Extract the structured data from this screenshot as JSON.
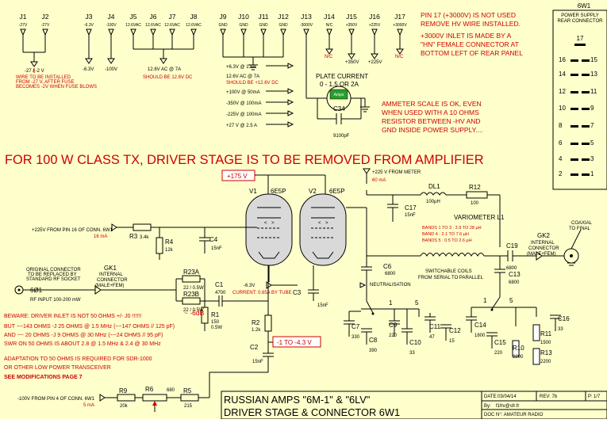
{
  "connectors": [
    {
      "id": "J1",
      "value": "-27V"
    },
    {
      "id": "J2",
      "value": "-27V"
    },
    {
      "id": "J3",
      "value": "-6.3V"
    },
    {
      "id": "J4",
      "value": "-100V"
    },
    {
      "id": "J5",
      "value": "12.6VAC"
    },
    {
      "id": "J6",
      "value": "12.6VAC"
    },
    {
      "id": "J7",
      "value": "12.6VAC"
    },
    {
      "id": "J8",
      "value": "12.6VAC"
    },
    {
      "id": "J9",
      "value": "GND"
    },
    {
      "id": "J10",
      "value": "GND"
    },
    {
      "id": "J11",
      "value": "GND"
    },
    {
      "id": "J12",
      "value": "GND"
    },
    {
      "id": "J13",
      "value": "-3000V"
    },
    {
      "id": "J14",
      "value": "N/C"
    },
    {
      "id": "J15",
      "value": "+350V"
    },
    {
      "id": "J16",
      "value": "+225V"
    },
    {
      "id": "J17",
      "value": "+3000V"
    }
  ],
  "top_notes": {
    "j1_minus": "-27 / -2 V",
    "wire_note": [
      "WIRE TO BE INSTALLED",
      "FROM -27 V, AFTER FUSE",
      "BECOMES -2V WHEN FUSE BLOWS"
    ],
    "j3_out": "-6.3V",
    "j4_out": "-100V",
    "ac_note": "12.6V AC @ 7A",
    "ac_should": "SHOULD BE 12.6V DC",
    "nc1": "N/C",
    "nc2": "N/C",
    "out_350": "+350V",
    "out_225": "+225V",
    "supply_list": [
      "+6.3V @ 1.5A",
      "12.6V AC @ 7A",
      "SHOULD BE +12.6V DC",
      "+100V @ 50mA",
      "-350V @ 100mA",
      "-225V @ 100mA",
      "+27 V @ 2.5 A"
    ]
  },
  "pin17_note": [
    "PIN 17 (+3000V) IS NOT USED",
    "REMOVE HV WIRE INSTALLED."
  ],
  "hn_note": [
    "+3000V INLET IS MADE BY A",
    "\"HN\" FEMALE CONNECTOR AT",
    "BOTTOM LEFT OF REAR PANEL"
  ],
  "power_supply": {
    "title": "6W1",
    "subtitle": [
      "POWER SUPPLY",
      "REAR CONNECTOR"
    ],
    "pin_top": "17",
    "left_pins": [
      "16",
      "14",
      "12",
      "10",
      "8",
      "6",
      "4",
      "2"
    ],
    "right_pins": [
      "15",
      "13",
      "11",
      "9",
      "7",
      "5",
      "3",
      "1"
    ]
  },
  "plate_current": {
    "title": "PLATE CURRENT",
    "range": "0 - 1.5 OR 2A",
    "meter": "Amps",
    "cap": "C34",
    "cap_value": "9100pF"
  },
  "ammeter_note": [
    "AMMETER SCALE IS OK, EVEN",
    "WHEN USED WITH A 10 OHMS",
    "RESISTOR BETWEEN -HV AND",
    "GND INSIDE POWER SUPPLY...."
  ],
  "headline": "FOR 100 W CLASS TX, DRIVER STAGE IS TO BE REMOVED FROM AMPLIFIER",
  "labels": {
    "v175": "+175 V",
    "v1": "V1",
    "v1_type": "6E5P",
    "v2": "V2",
    "v2_type": "6E5P",
    "meter_feed": "+225 V FROM METER",
    "meter_ma": "60 mA",
    "dl1": "DL1",
    "dl1_val": "100µH",
    "r12": "R12",
    "r12_val": "100",
    "c17": "C17",
    "c17_val": "15nF",
    "pin16_feed": "+225V FROM PIN 16 OF CONN. 6W1",
    "pin16_ma": "16 mA",
    "r3": "R3",
    "r3_val": "3.4k",
    "r4": "R4",
    "r4_val": "12k",
    "c4": "C4",
    "c4_val": "15nF",
    "heater": "-6.3V",
    "heater_current": "CURRENT: 0.65A BY TUBE",
    "c3": "C3",
    "c3_val": "15nF",
    "neutral": "NEUTRALISATION",
    "c6": "C6",
    "c6_val": "6800",
    "c19": "C19",
    "c19_val": "6800",
    "c13": "C13",
    "c13_val": "6800",
    "gk2": "GK2",
    "gk2_desc": [
      "INTERNAL",
      "CONNECTOR",
      "(MALE+FEM)"
    ],
    "coax": [
      "COAXIAL",
      "TO FINAL"
    ],
    "switch_note": [
      "SWITCHABLE COILS",
      "FROM SERIAL TO PARALLEL"
    ],
    "orig_conn": [
      "ORIGINAL CONNECTOR",
      "TO BE REPLACED BY",
      "STANDARD RF SOCKET"
    ],
    "gk1": "GK1",
    "gk1_desc": [
      "INTERNAL",
      "CONNECTOR",
      "(MALE+FEM)"
    ],
    "rf_conn": "6Ø1",
    "rf_input": "RF INPUT 100-200 mW",
    "r23a": "R23A",
    "r23a_val": "22 / 0.5W",
    "r23b": "R23B",
    "r23b_val": "22 / 0.5W",
    "c1": "C1",
    "c1_val": "4700",
    "r1": "R1",
    "r1_val": "150",
    "r1_watt": "0.5W",
    "minus6db": "~ -6dB",
    "r2": "R2",
    "r2_val": "1.2k",
    "c2": "C2",
    "c2_val": "15nF",
    "bias_box": "-1 TO -4.3 V",
    "pin4_feed": "-100V FROM PIN 4 OF CONN. 6W1",
    "pin4_ma": "5 mA",
    "r9": "R9",
    "r9_val": "20k",
    "r6": "R6",
    "r6_val": "680",
    "r5": "R5",
    "r5_val": "215",
    "sw1_1": "1",
    "sw1_5": "5",
    "sw2_1": "1",
    "sw2_5": "5",
    "c7": "C7",
    "c7_val": "330",
    "c8": "C8",
    "c8_val": "390",
    "c9": "C9",
    "c9_val": "220",
    "c10": "C10",
    "c10_val": "33",
    "c11": "C11",
    "c11_val": "47",
    "c12": "C12",
    "c12_val": "15",
    "c14": "C14",
    "c14_val": "1800",
    "c15": "C15",
    "c15_val": "220",
    "c16": "C16",
    "c16_val": "33",
    "r10": "R10",
    "r10_val": "2200",
    "r11": "R11",
    "r11_val": "1500",
    "r13": "R13",
    "r13_val": "2200"
  },
  "variometer": {
    "title": "VARIOMETER L1",
    "bands": [
      "BANDS 1 TO 3 :   3.9 TO 28 µH",
      "BAND 4 :   2.1 TO 7.6 µH",
      "BANDS 5 :   0.5 TO 2.6 µH"
    ]
  },
  "warning_lines": [
    "BEWARE: DRIVER INLET IS NOT 50 OHMS +/- J0 !!!!!!",
    "BUT ~~143 OHMS -J 25 OHMS @ 1.5 MHz (~~147 OHMS // 125 pF)",
    "AND ~~ 20 OHMS -J 9 OHMS @  30 MHz (~~24 OHMS // 95 pF)",
    "SWR ON 50 OHMS IS ABOUT 2.8  @ 1.5  MHz & 2.4 @ 30 MHz",
    "",
    "ADAPTATION TO 50 OHMS IS REQUIRED FOR SDR-1000",
    "OR OTHER LOW POWER TRANSCEIVER",
    "SEE MODIFICATIONS PAGE 7"
  ],
  "title_block": {
    "title1": "RUSSIAN AMPS \"6M-1\" & \"6LV\"",
    "title2": "DRIVER STAGE & CONNECTOR 6W1",
    "date": "DATE:03/04/14",
    "rev": "REV: 7b",
    "page": "1/7",
    "author": "f1frv@sfr.fr",
    "doc": "DOC N°: AMATEUR RADIO",
    "author_prefix": "By:",
    "page_prefix": "P:"
  }
}
